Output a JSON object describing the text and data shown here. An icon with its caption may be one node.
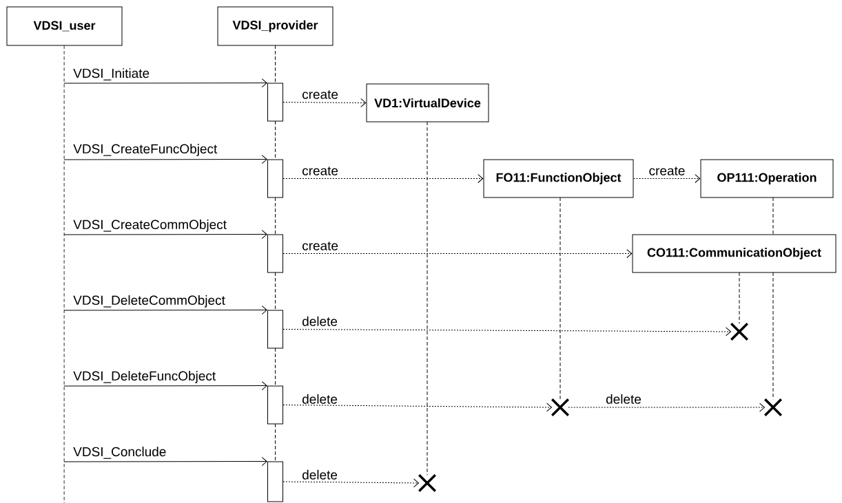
{
  "diagram": {
    "nodes": [
      {
        "text": [
          "VDSI_user"
        ]
      },
      {
        "text": [
          "VDSI_provider"
        ]
      },
      {
        "text": [
          "VD1:VirtualDevice"
        ]
      },
      {
        "text": [
          "FO11:FunctionObject"
        ]
      },
      {
        "text": [
          "OP111:Operation"
        ]
      },
      {
        "text": [
          "CO111:CommunicationObject"
        ]
      },
      {
        "text": [],
        "shape": "bar"
      },
      {
        "text": [],
        "shape": "bar"
      },
      {
        "text": [],
        "shape": "bar"
      },
      {
        "text": [],
        "shape": "bar"
      },
      {
        "text": [],
        "shape": "bar"
      },
      {
        "text": [],
        "shape": "bar"
      },
      {
        "text": [],
        "shape": "cross"
      },
      {
        "text": [],
        "shape": "cross"
      },
      {
        "text": [],
        "shape": "cross"
      },
      {
        "text": [],
        "shape": "cross"
      }
    ],
    "edges": [
      {
        "from": null,
        "to": 6,
        "arrow": "to",
        "label": "VDSI_Initiate"
      },
      {
        "from": 6,
        "to": 2,
        "arrow": "to",
        "label": "create",
        "style": "dashed"
      },
      {
        "from": null,
        "to": 7,
        "arrow": "to",
        "label": "VDSI_CreateFuncObject"
      },
      {
        "from": 7,
        "to": 3,
        "arrow": "to",
        "label": "create",
        "style": "dashed"
      },
      {
        "from": 3,
        "to": 4,
        "arrow": "to",
        "label": "create",
        "style": "dashed"
      },
      {
        "from": null,
        "to": 8,
        "arrow": "to",
        "label": "VDSI_CreateCommObject"
      },
      {
        "from": 8,
        "to": 5,
        "arrow": "to",
        "label": "create",
        "style": "dashed"
      },
      {
        "from": null,
        "to": 9,
        "arrow": "to",
        "label": "VDSI_DeleteCommObject"
      },
      {
        "from": 9,
        "to": 12,
        "arrow": "to",
        "label": "delete",
        "style": "dashed"
      },
      {
        "from": null,
        "to": 10,
        "arrow": "to",
        "label": "VDSI_DeleteFuncObject"
      },
      {
        "from": 10,
        "to": 13,
        "arrow": "to",
        "label": "delete",
        "style": "dashed"
      },
      {
        "from": 13,
        "to": 14,
        "arrow": "to",
        "label": "delete",
        "style": "dashed"
      },
      {
        "from": null,
        "to": 11,
        "arrow": "to",
        "label": "VDSI_Conclude"
      },
      {
        "from": 11,
        "to": 15,
        "arrow": "to",
        "label": "delete",
        "style": "dashed"
      },
      {
        "from": 0,
        "to": null,
        "arrow": "none",
        "style": "dashed"
      },
      {
        "from": 1,
        "to": 6,
        "arrow": "none",
        "style": "dashed"
      },
      {
        "from": 6,
        "to": 7,
        "arrow": "none",
        "style": "dashed"
      },
      {
        "from": 7,
        "to": 8,
        "arrow": "none",
        "style": "dashed"
      },
      {
        "from": 8,
        "to": 9,
        "arrow": "none",
        "style": "dashed"
      },
      {
        "from": 9,
        "to": 10,
        "arrow": "none",
        "style": "dashed"
      },
      {
        "from": 10,
        "to": 11,
        "arrow": "none",
        "style": "dashed"
      },
      {
        "from": 2,
        "to": 15,
        "arrow": "none",
        "style": "dashed"
      },
      {
        "from": 3,
        "to": 13,
        "arrow": "none",
        "style": "dashed"
      },
      {
        "from": 4,
        "to": 5,
        "arrow": "none",
        "style": "dashed"
      },
      {
        "from": 5,
        "to": 14,
        "arrow": "none",
        "style": "dashed"
      },
      {
        "from": 5,
        "to": 12,
        "arrow": "none",
        "style": "dashed"
      }
    ]
  }
}
